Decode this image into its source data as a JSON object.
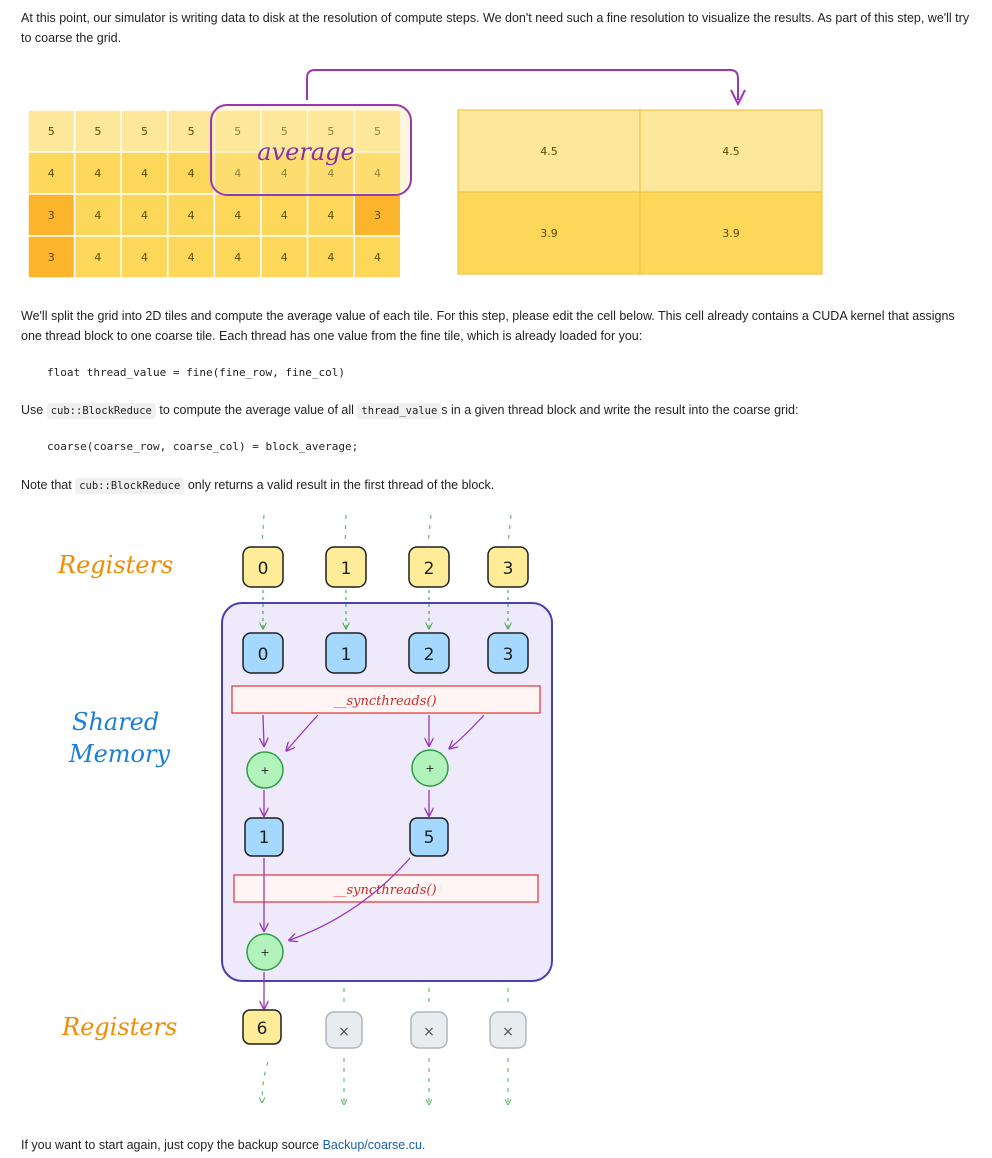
{
  "intro": {
    "text": "At this point, our simulator is writing data to disk at the resolution of compute steps. We don't need such a fine resolution to visualize the results. As part of this step, we'll try to coarse the grid."
  },
  "grid_figure": {
    "fine_rows": [
      [
        "5",
        "5",
        "5",
        "5",
        "5",
        "5",
        "5",
        "5"
      ],
      [
        "4",
        "4",
        "4",
        "4",
        "4",
        "4",
        "4",
        "4"
      ],
      [
        "3",
        "4",
        "4",
        "4",
        "4",
        "4",
        "4",
        "3"
      ],
      [
        "3",
        "4",
        "4",
        "4",
        "4",
        "4",
        "4",
        "4"
      ]
    ],
    "average_label": "average",
    "coarse_rows": [
      [
        "4.5",
        "4.5"
      ],
      [
        "3.9",
        "3.9"
      ]
    ],
    "colors": {
      "light": "#fde79a",
      "mid": "#fdd75a",
      "dark": "#fbb42c",
      "accent": "#9c36b5"
    }
  },
  "split": {
    "text": "We'll split the grid into 2D tiles and compute the average value of each tile. For this step, please edit the cell below. This cell already contains a CUDA kernel that assigns one thread block to one coarse tile. Each thread has one value from the fine tile, which is already loaded for you:"
  },
  "code1": "float thread_value = fine(fine_row, fine_col)",
  "use": {
    "prefix": "Use",
    "code_a": "cub::BlockReduce",
    "middle": "to compute the average value of all",
    "code_b": "thread_value",
    "suffix": "s in a given thread block and write the result into the coarse grid:"
  },
  "code2": "coarse(coarse_row, coarse_col) = block_average;",
  "note": {
    "prefix": "Note that",
    "code": "cub::BlockReduce",
    "suffix": "only returns a valid result in the first thread of the block."
  },
  "reduce_figure": {
    "label_registers_top": "Registers",
    "label_shared": "Shared",
    "label_memory": "Memory",
    "label_registers_bottom": "Registers",
    "top_registers": [
      "0",
      "1",
      "2",
      "3"
    ],
    "shared_values": [
      "0",
      "1",
      "2",
      "3"
    ],
    "sync_label": "__syncthreads()",
    "plus": "+",
    "stage1": [
      "1",
      "5"
    ],
    "result": "6",
    "cross": "×"
  },
  "footer": {
    "text": "If you want to start again, just copy the backup source",
    "link": "Backup/coarse.cu."
  }
}
